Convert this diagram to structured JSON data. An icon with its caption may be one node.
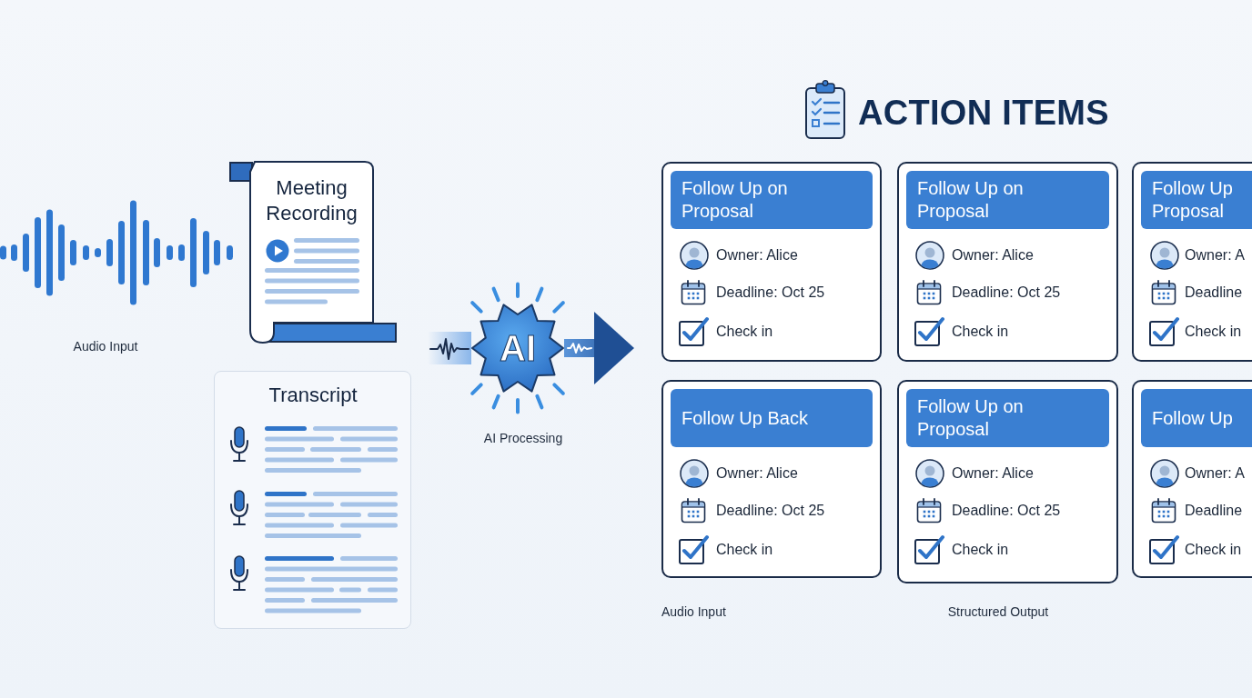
{
  "diagram": {
    "title": "ACTION ITEMS",
    "nodes": [
      {
        "text": [
          "Meeting Recording"
        ]
      },
      {
        "text": [
          "Transcript"
        ]
      },
      {
        "text": [
          "AI"
        ],
        "beside": [
          "AI Processing"
        ]
      },
      {
        "text": [
          "Follow Up on Proposal",
          "Owner: Alice",
          "Deadline: Oct 25",
          "Check in"
        ]
      },
      {
        "text": [
          "Follow Up on Proposal",
          "Owner: Alice",
          "Deadline: Oct 25",
          "Check in"
        ]
      },
      {
        "text": [
          "Follow Up Proposal",
          "Owner: A",
          "Deadline",
          "Check in"
        ]
      },
      {
        "text": [
          "Follow Up Back",
          "Owner: Alice",
          "Deadline: Oct 25",
          "Check in"
        ]
      },
      {
        "text": [
          "Follow Up on Proposal",
          "Owner: Alice",
          "Deadline: Oct 25",
          "Check in"
        ]
      },
      {
        "text": [
          "Follow Up",
          "Owner: A",
          "Deadline",
          "Check in"
        ]
      }
    ],
    "edges": [
      {
        "from": null,
        "to": 2,
        "arrow": "none",
        "style": "thick"
      },
      {
        "from": 2,
        "to": null,
        "arrow": "to",
        "style": "thick"
      }
    ],
    "labels": [
      "Audio Input",
      "Audio Input",
      "Structured Output"
    ]
  }
}
